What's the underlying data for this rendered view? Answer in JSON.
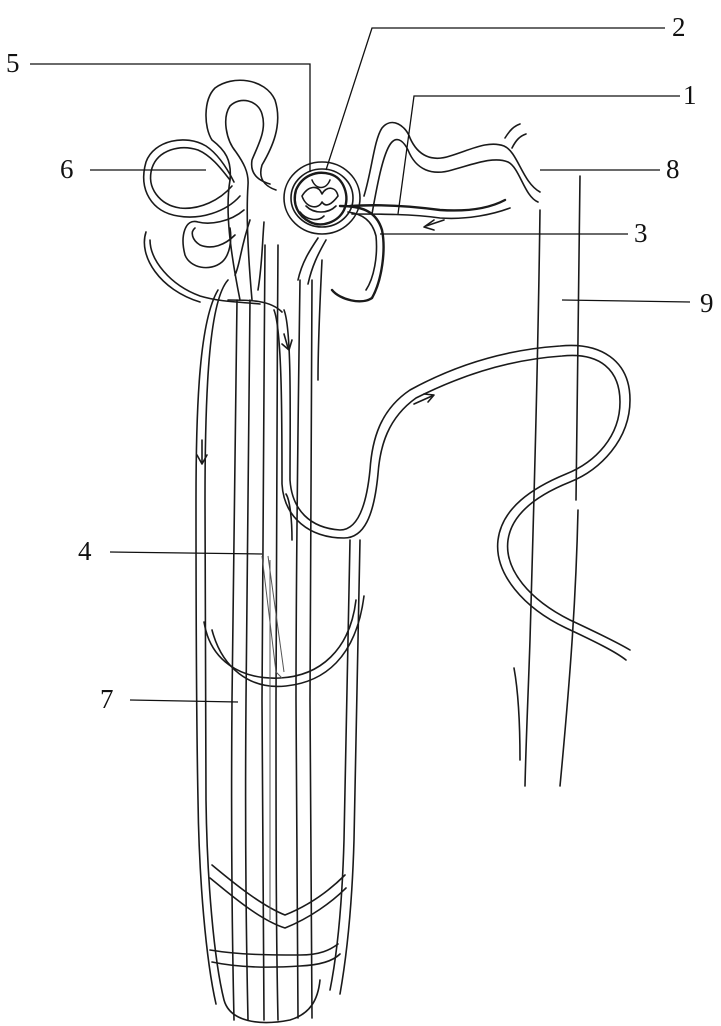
{
  "labels": [
    "5",
    "2",
    "1",
    "6",
    "8",
    "3",
    "9",
    "4",
    "7"
  ]
}
